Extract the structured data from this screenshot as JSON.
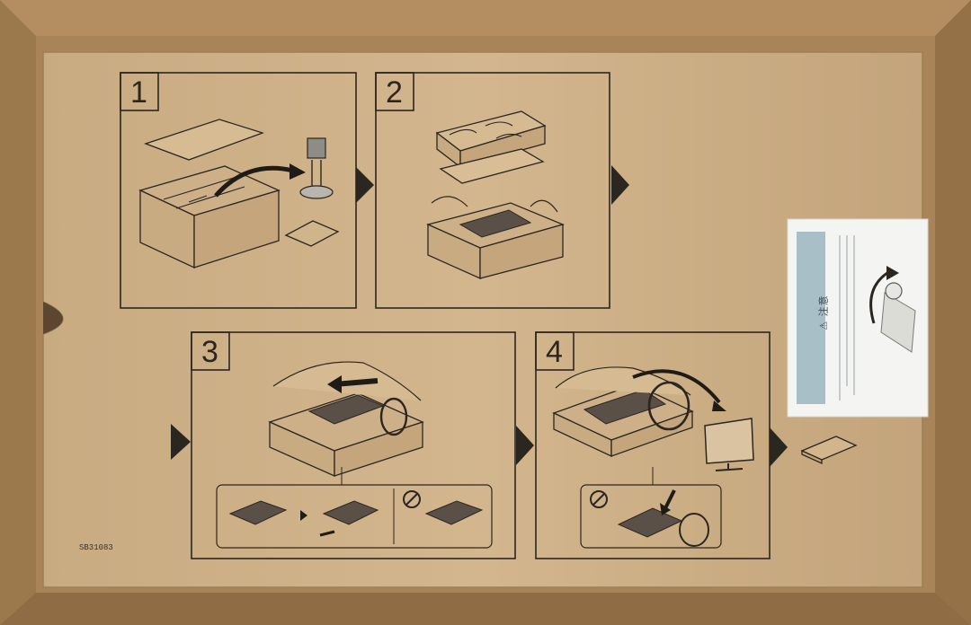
{
  "steps": [
    {
      "number": "1"
    },
    {
      "number": "2"
    },
    {
      "number": "3"
    },
    {
      "number": "4"
    }
  ],
  "code": "SB31083",
  "caution": "⚠ 注意",
  "colors": {
    "cardboard": "#c4a57c",
    "cardboard_light": "#d2b48b",
    "ink": "#2b2620",
    "note_paper": "#f3f3f1"
  }
}
